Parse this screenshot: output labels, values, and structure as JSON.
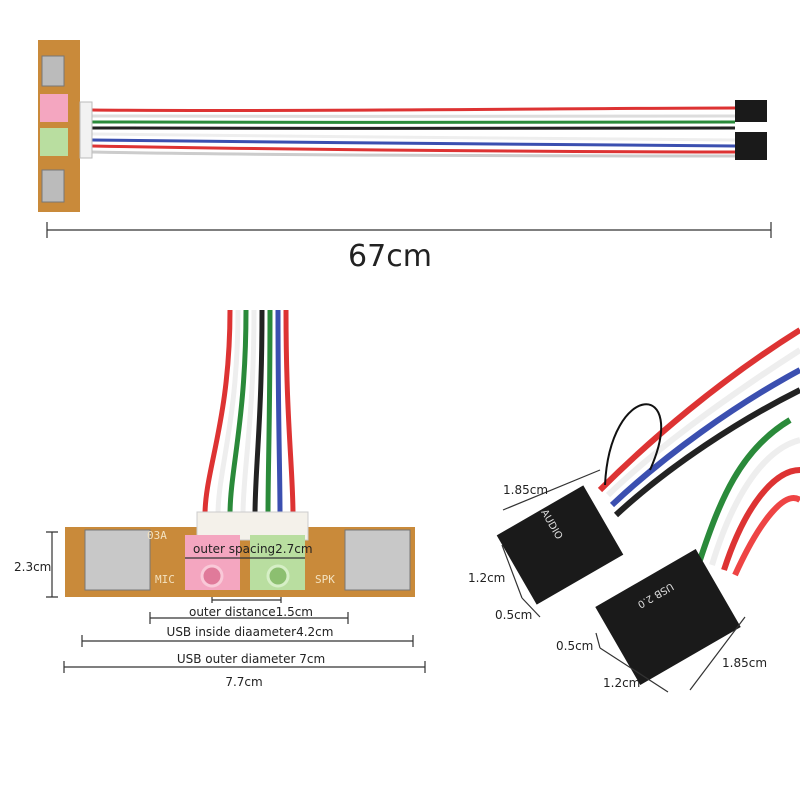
{
  "top": {
    "length_label": "67cm"
  },
  "board": {
    "silkscreen_mic": "MIC",
    "silkscreen_spk": "SPK",
    "silkscreen_model": "03A",
    "height_label": "2.3cm",
    "outer_spacing_label": "outer spacing2.7cm",
    "outer_distance_label": "outer distance1.5cm",
    "usb_inside_label": "USB inside diaameter4.2cm",
    "usb_outer_label": "USB outer diameter 7cm",
    "total_width_label": "7.7cm"
  },
  "connectors": {
    "audio_text": "AUDIO",
    "usb_text": "USB 2.0",
    "audio_length": "1.85cm",
    "audio_width": "1.2cm",
    "audio_depth": "0.5cm",
    "usb_depth": "0.5cm",
    "usb_width": "1.2cm",
    "usb_length": "1.85cm"
  },
  "colors": {
    "pcb": "#c98a3a",
    "pink": "#f4a6c0",
    "green": "#b9dea0",
    "header": "#1a1a1a"
  }
}
